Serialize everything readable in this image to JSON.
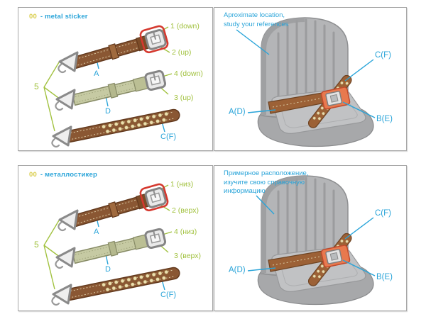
{
  "colors": {
    "accent_green": "#a2c240",
    "accent_yellow": "#d9cd4a",
    "accent_blue": "#29a4d9",
    "highlight_red": "#d5392f"
  },
  "sheets": {
    "english": {
      "parts": {
        "code": "00",
        "code_label": "- metal sticker",
        "callout_1": "1 (down)",
        "callout_2": "2 (up)",
        "callout_4": "4 (down)",
        "callout_3": "3 (up)",
        "strap_a": "A",
        "strap_d": "D",
        "strap_cf": "C(F)",
        "fitting_5": "5"
      },
      "placement": {
        "note": "Aproximate location,\nstudy your references",
        "callout_cf": "C(F)",
        "callout_ad": "A(D)",
        "callout_be": "B(E)"
      }
    },
    "russian": {
      "parts": {
        "code": "00",
        "code_label": "- металлостикер",
        "callout_1": "1 (низ)",
        "callout_2": "2 (верх)",
        "callout_4": "4 (низ)",
        "callout_3": "3 (верх)",
        "strap_a": "A",
        "strap_d": "D",
        "strap_cf": "C(F)",
        "fitting_5": "5"
      },
      "placement": {
        "note": "Примерное расположение,\nизучите свою справочную\nинформацию",
        "callout_cf": "C(F)",
        "callout_ad": "A(D)",
        "callout_be": "B(E)"
      }
    }
  }
}
